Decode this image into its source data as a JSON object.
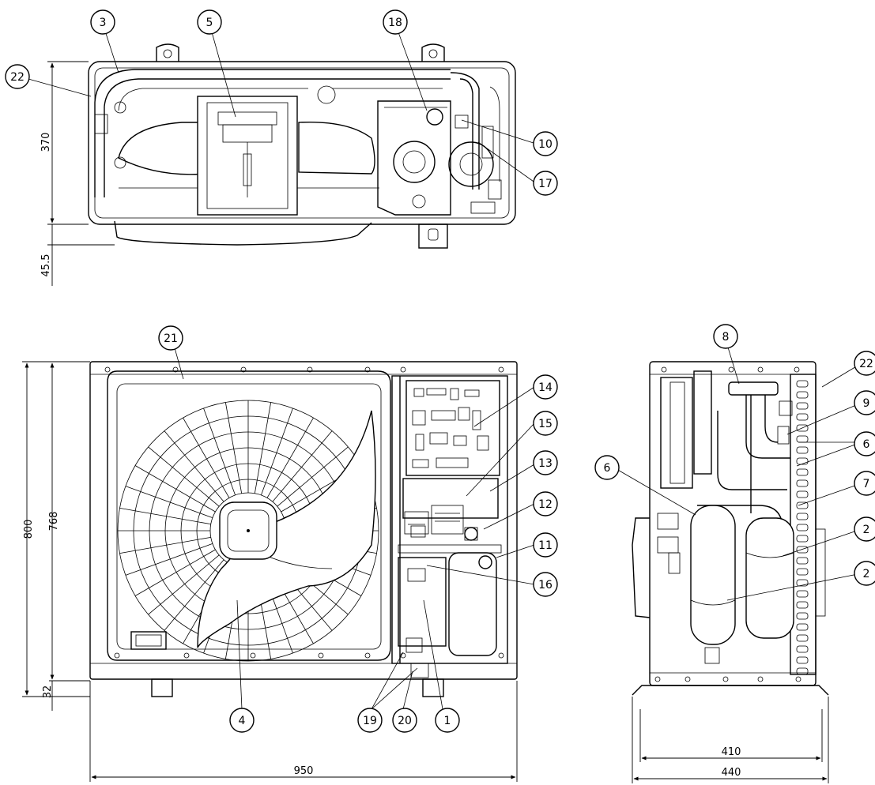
{
  "callouts": {
    "c1": "1",
    "c2a": "2",
    "c2b": "2",
    "c3": "3",
    "c4": "4",
    "c5": "5",
    "c6a": "6",
    "c6b": "6",
    "c7": "7",
    "c8": "8",
    "c9": "9",
    "c10": "10",
    "c11": "11",
    "c12": "12",
    "c13": "13",
    "c14": "14",
    "c15": "15",
    "c16": "16",
    "c17": "17",
    "c18": "18",
    "c19": "19",
    "c20": "20",
    "c21": "21",
    "c22a": "22",
    "c22b": "22"
  },
  "dimensions": {
    "top_depth": "370",
    "top_base_offset": "45.5",
    "front_height_total": "800",
    "front_height_body": "768",
    "front_base": "32",
    "front_width": "950",
    "side_width_inner": "410",
    "side_width_outer": "440"
  }
}
